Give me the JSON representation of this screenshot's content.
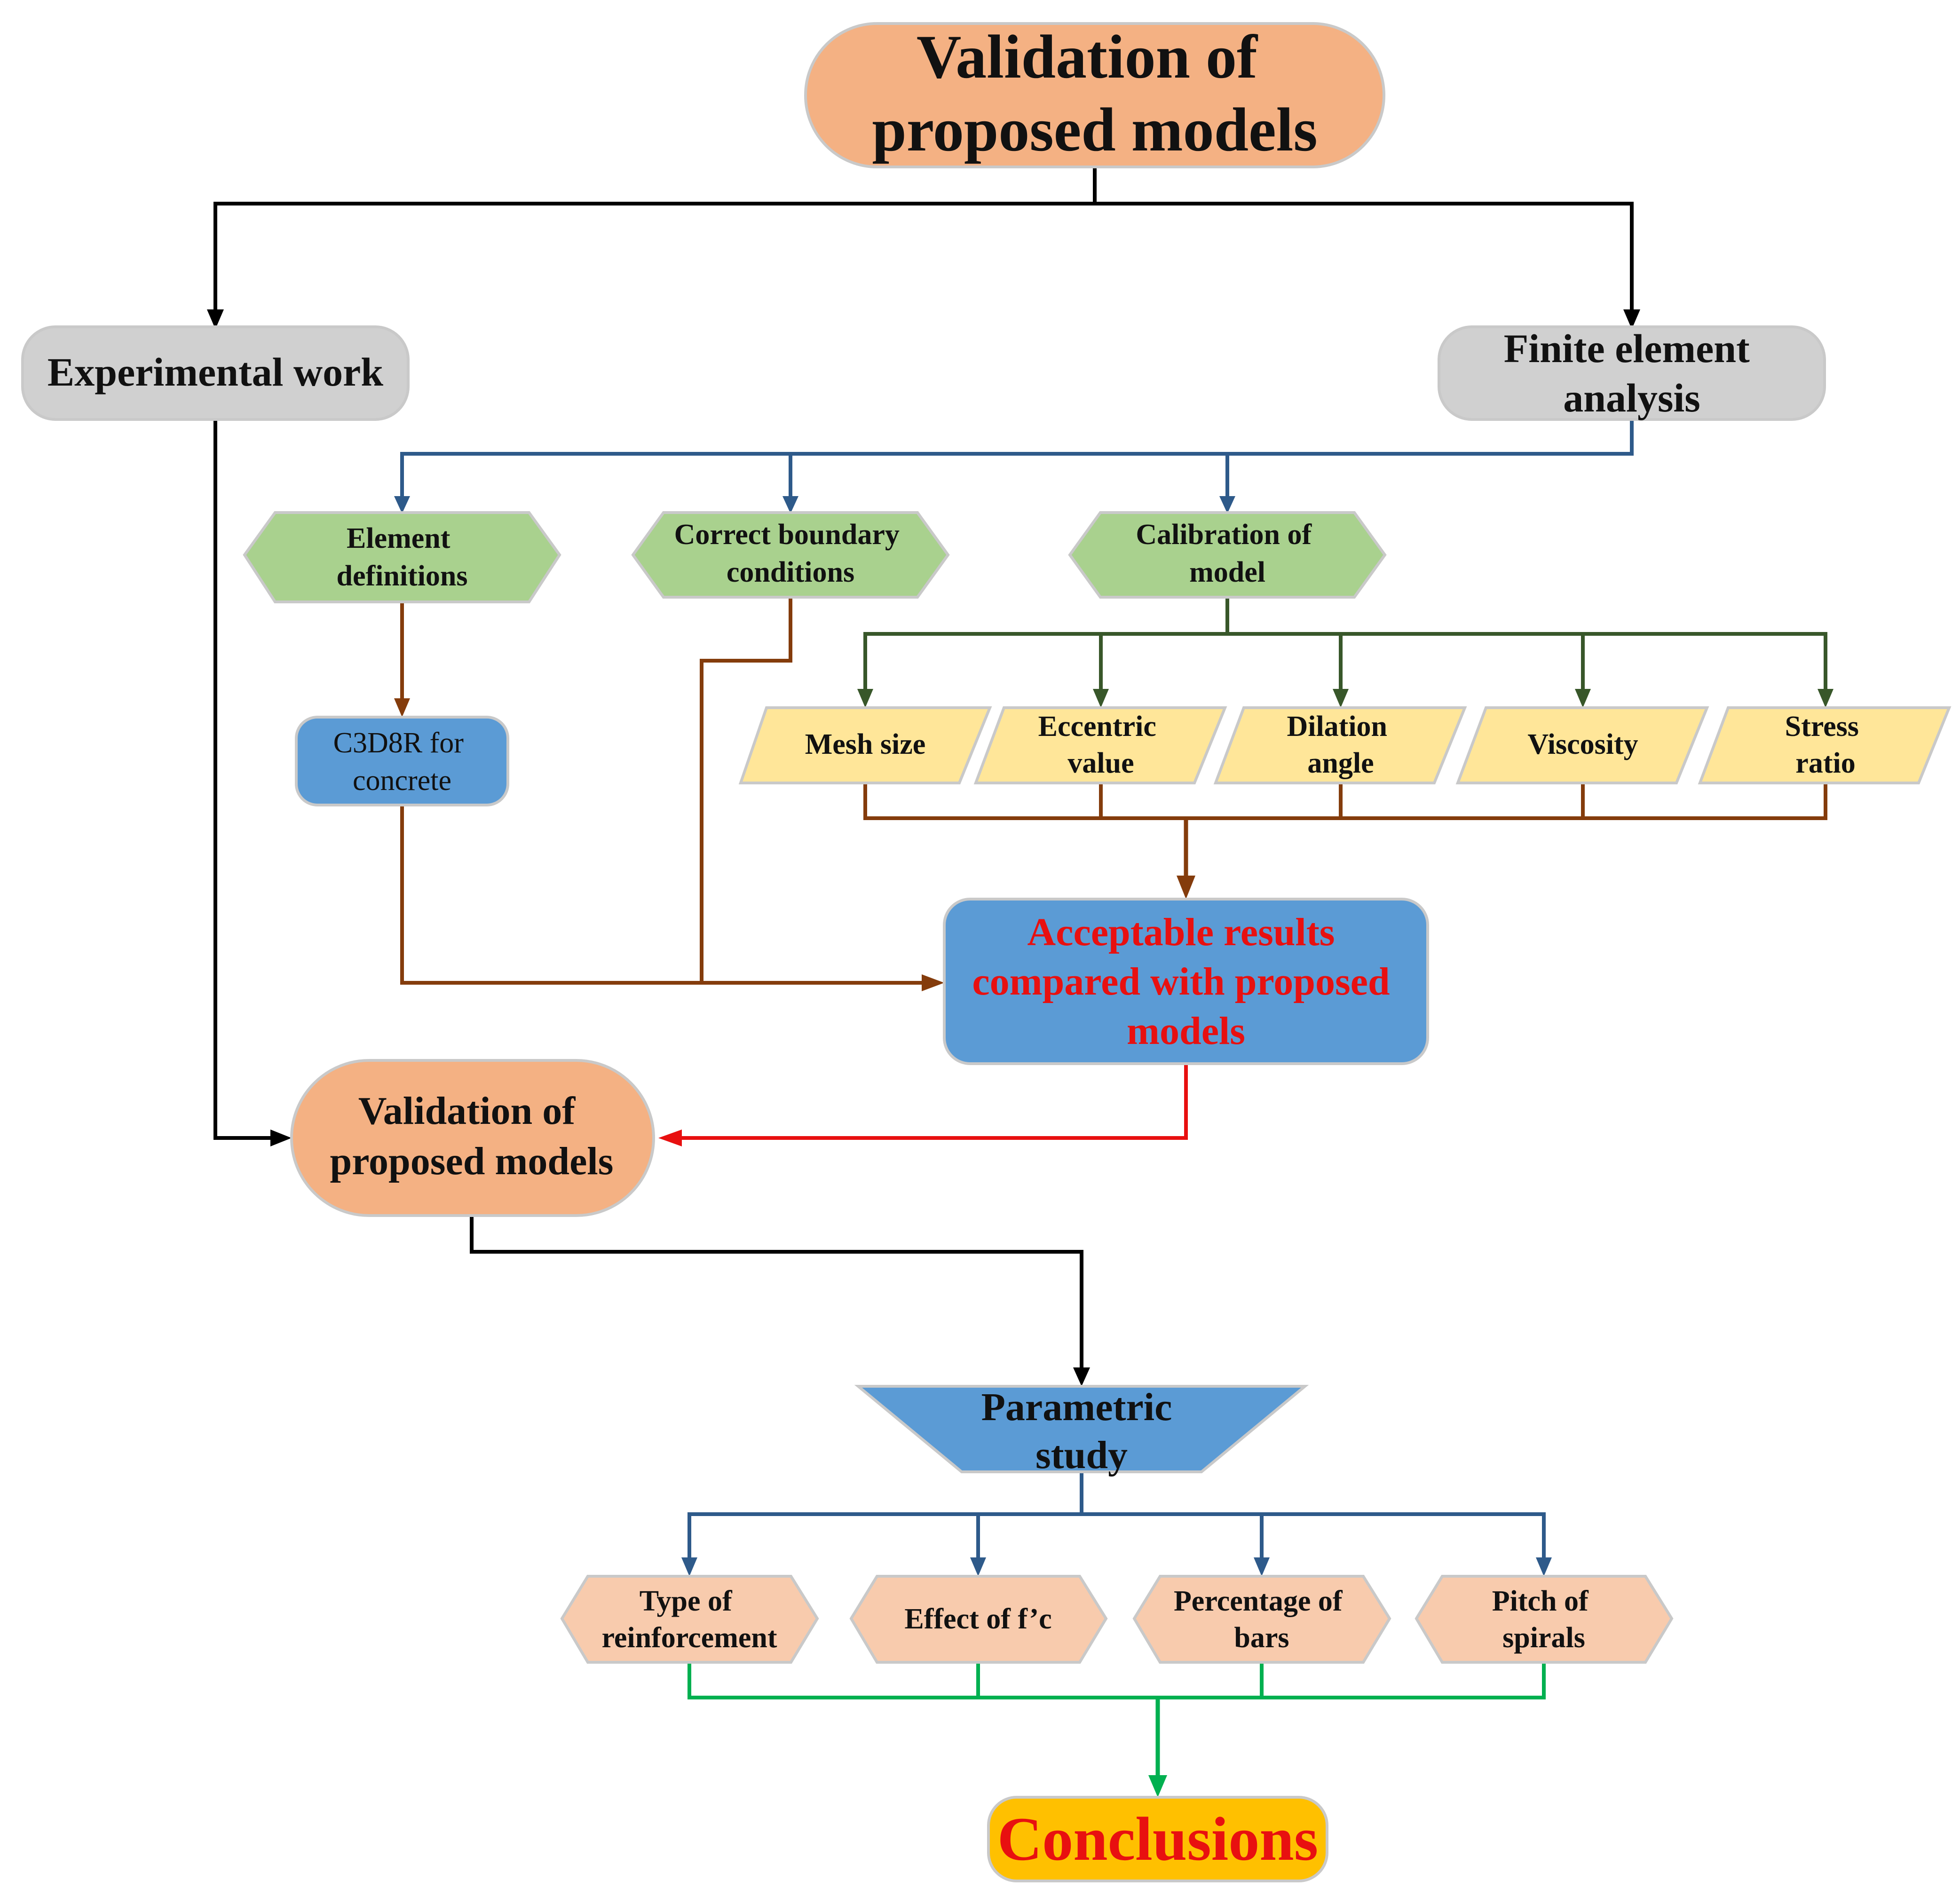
{
  "nodes": {
    "validation_top": {
      "lines": [
        "Validation of",
        "proposed models"
      ]
    },
    "experimental": {
      "lines": [
        "Experimental work"
      ]
    },
    "fea": {
      "lines": [
        "Finite element",
        "analysis"
      ]
    },
    "element_def": {
      "lines": [
        "Element",
        "definitions"
      ]
    },
    "boundary": {
      "lines": [
        "Correct boundary",
        "conditions"
      ]
    },
    "calibration": {
      "lines": [
        "Calibration of",
        "model"
      ]
    },
    "c3d8r": {
      "lines": [
        "C3D8R for",
        "concrete"
      ]
    },
    "mesh": {
      "lines": [
        "Mesh size"
      ]
    },
    "eccentric": {
      "lines": [
        "Eccentric",
        "value"
      ]
    },
    "dilation": {
      "lines": [
        "Dilation",
        "angle"
      ]
    },
    "viscosity": {
      "lines": [
        "Viscosity"
      ]
    },
    "stress": {
      "lines": [
        "Stress",
        "ratio"
      ]
    },
    "acceptable": {
      "lines": [
        "Acceptable results",
        "compared with proposed",
        "models"
      ]
    },
    "validation_mid": {
      "lines": [
        "Validation of",
        "proposed models"
      ]
    },
    "parametric": {
      "lines": [
        "Parametric",
        "study"
      ]
    },
    "type_reinf": {
      "lines": [
        "Type of",
        "reinforcement"
      ]
    },
    "effect_fc": {
      "lines": [
        "Effect of f’c"
      ]
    },
    "percentage": {
      "lines": [
        "Percentage of",
        "bars"
      ]
    },
    "pitch": {
      "lines": [
        "Pitch of",
        "spirals"
      ]
    },
    "conclusions": {
      "lines": [
        "Conclusions"
      ]
    }
  },
  "colors": {
    "orange_fill": "#F4B183",
    "gray_fill": "#D0D0D0",
    "green_fill": "#A9D18E",
    "blue_fill": "#5B9BD5",
    "yellow_fill": "#FFE699",
    "peach_fill": "#F8CBAD",
    "gold_fill": "#FFC000",
    "black_line": "#000000",
    "blue_line": "#2E5A8A",
    "brown_line": "#843C0C",
    "green_line": "#38572A",
    "red_line": "#E81010",
    "green2_line": "#00B050",
    "red_text": "#E81010",
    "dark_text": "#111111"
  }
}
